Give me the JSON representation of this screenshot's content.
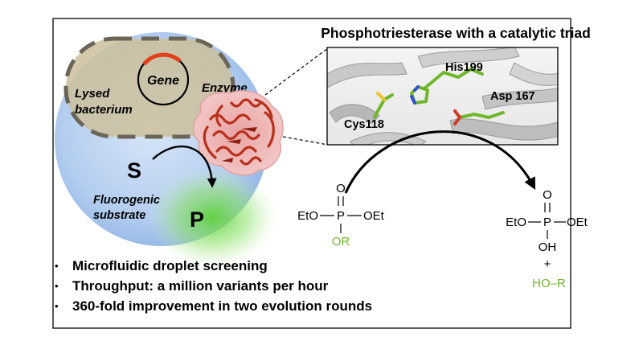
{
  "title": "Phosphotriesterase with a catalytic triad",
  "cell": {
    "gene_label": "Gene",
    "bacterium_label_line1": "Lysed",
    "bacterium_label_line2": "bacterium",
    "enzyme_label": "Enzyme",
    "substrate_symbol": "S",
    "product_symbol": "P",
    "fluorogenic_line1": "Fluorogenic",
    "fluorogenic_line2": "substrate"
  },
  "active_site": {
    "residues": [
      "His199",
      "Asp 167",
      "Cys118"
    ]
  },
  "reaction": {
    "reactant": {
      "top": "O",
      "left": "EtO",
      "center": "P",
      "right": "OEt",
      "bottom": "OR"
    },
    "product": {
      "top": "O",
      "left": "EtO",
      "center": "P",
      "right": "OEt",
      "bottom": "OH"
    },
    "plus": "+",
    "leaving_group": "HO–R"
  },
  "bullets": [
    "Microfluidic droplet screening",
    "Throughput: a million variants per hour",
    "360-fold improvement in two evolution rounds"
  ],
  "colors": {
    "accent_green": "#6fb72a",
    "enzyme_red": "#b8301b",
    "gene_red": "#e0401a",
    "cell_blue": "#a9c6ee",
    "bacterium_tan": "#cfc09c"
  }
}
